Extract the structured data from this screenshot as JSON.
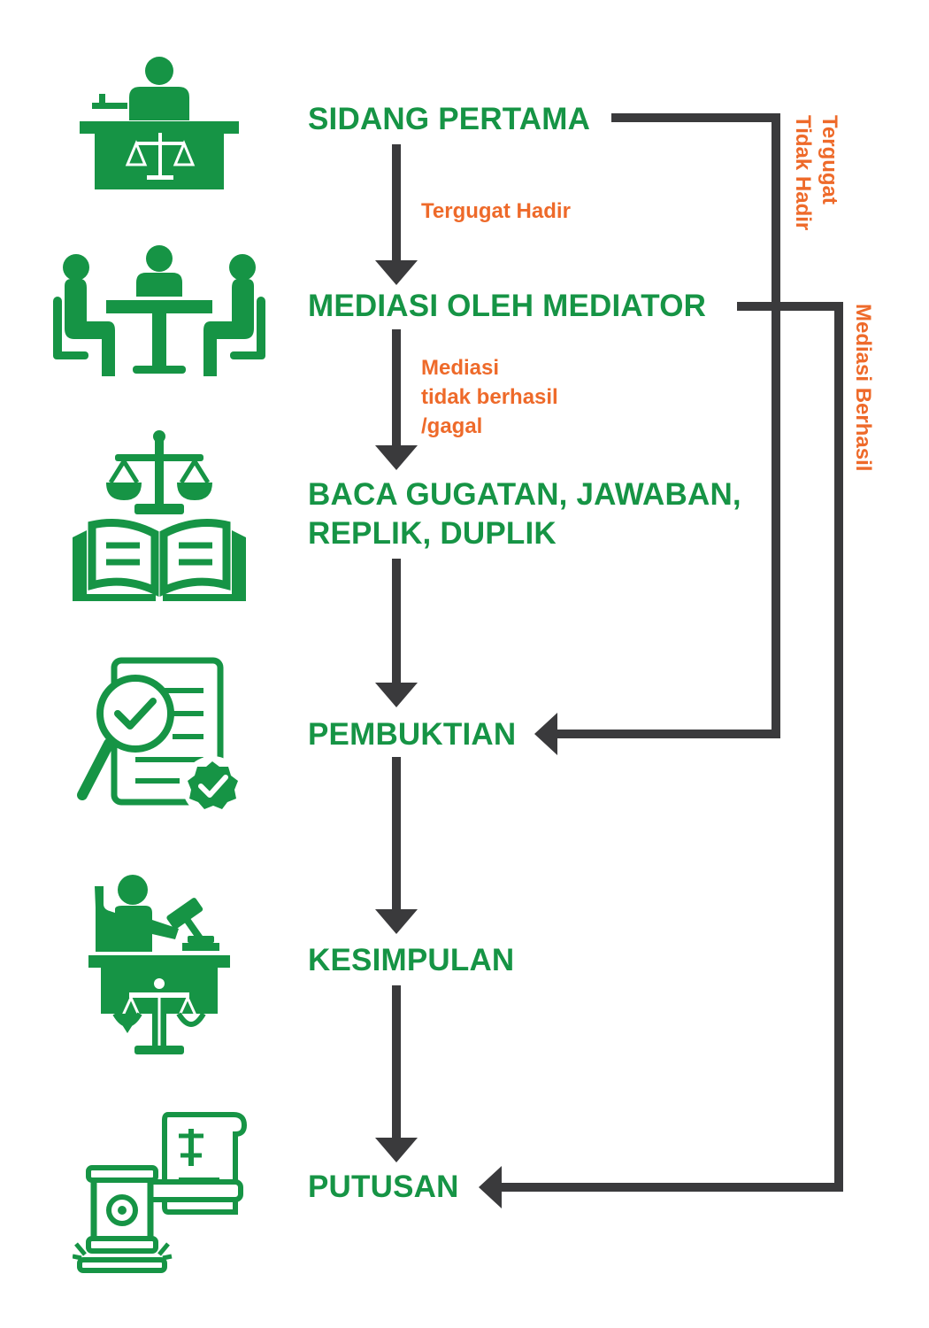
{
  "steps": [
    {
      "label": "SIDANG PERTAMA"
    },
    {
      "label": "MEDIASI OLEH MEDIATOR"
    },
    {
      "label_line1": "BACA GUGATAN, JAWABAN,",
      "label_line2": "REPLIK, DUPLIK"
    },
    {
      "label": "PEMBUKTIAN"
    },
    {
      "label": "KESIMPULAN"
    },
    {
      "label": "PUTUSAN"
    }
  ],
  "conditions": {
    "tergugat_hadir": "Tergugat Hadir",
    "mediasi_gagal_line1": "Mediasi",
    "mediasi_gagal_line2": "tidak berhasil",
    "mediasi_gagal_line3": "/gagal",
    "tidak_hadir_line1": "Tergugat",
    "tidak_hadir_line2": "Tidak Hadir",
    "mediasi_berhasil": "Mediasi Berhasil"
  },
  "icons": [
    "judge-desk-icon",
    "mediation-meeting-icon",
    "law-book-icon",
    "evidence-check-icon",
    "judge-gavel-icon",
    "verdict-gavel-icon"
  ],
  "colors": {
    "green": "#169445",
    "orange": "#ee6a2a",
    "arrow": "#3a3a3c"
  }
}
